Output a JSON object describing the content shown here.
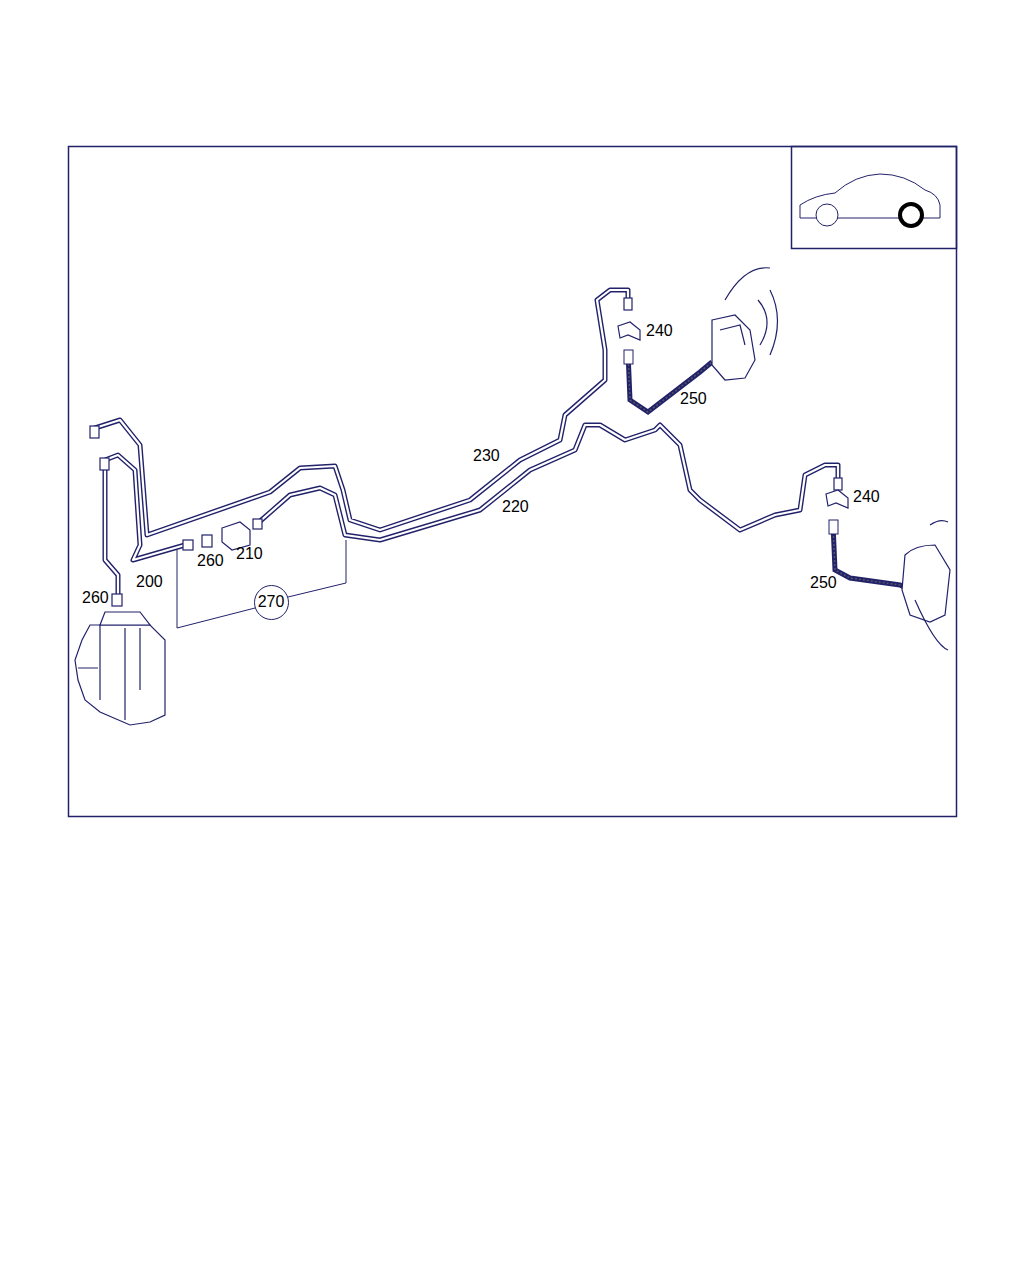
{
  "diagram": {
    "nodes": [
      {
        "text": [
          "270"
        ]
      }
    ],
    "edges": [],
    "labels": [
      "240",
      "250",
      "230",
      "220",
      "240",
      "250",
      "210",
      "260",
      "200",
      "260"
    ]
  }
}
